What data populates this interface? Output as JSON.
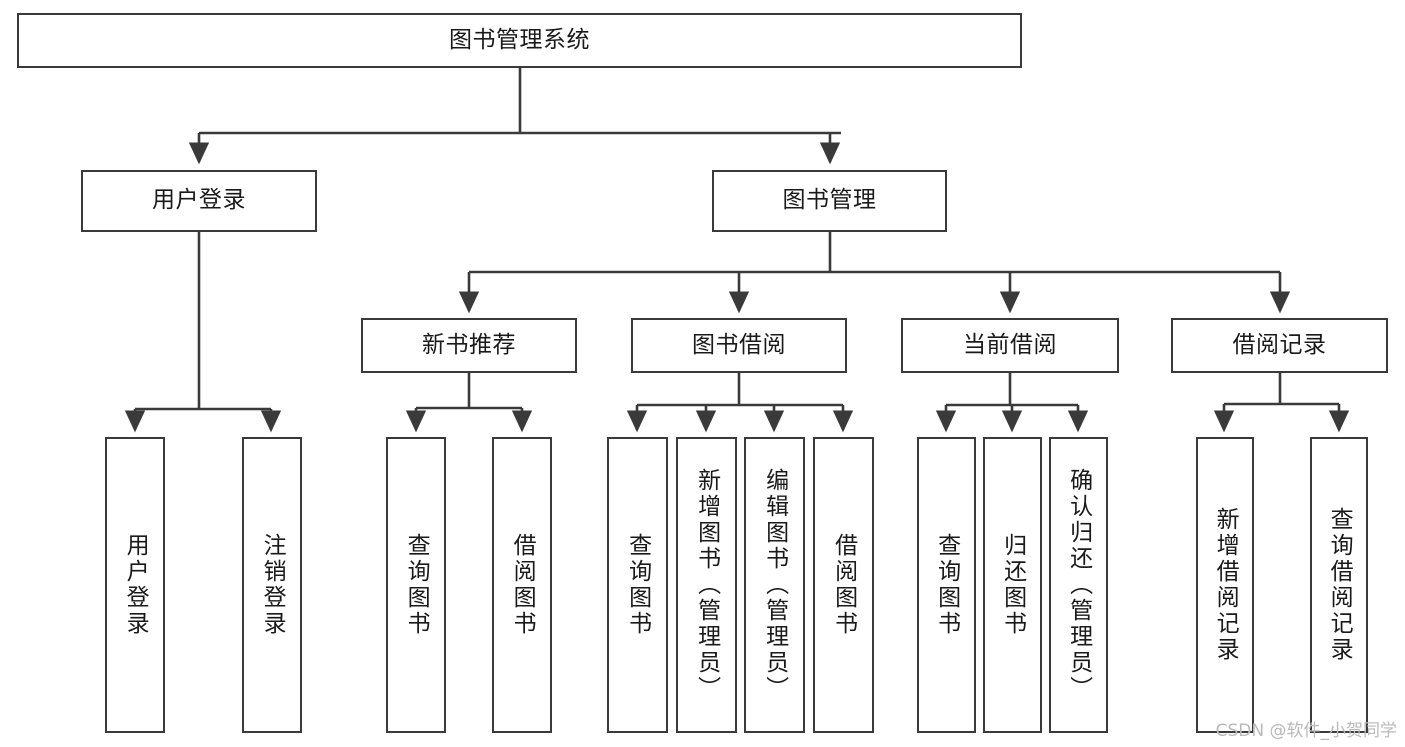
{
  "diagram": {
    "type": "tree",
    "title": "图书管理系统",
    "stroke_color": "#3a3a3a",
    "fill_color": "#ffffff",
    "text_color": "#1a1a1a",
    "nodes": {
      "root": {
        "label": "图书管理系统",
        "level": 1,
        "orientation": "horizontal"
      },
      "l2": [
        {
          "label": "用户登录",
          "level": 2,
          "orientation": "horizontal"
        },
        {
          "label": "图书管理",
          "level": 2,
          "orientation": "horizontal"
        }
      ],
      "l3": [
        {
          "label": "新书推荐",
          "level": 3,
          "orientation": "horizontal"
        },
        {
          "label": "图书借阅",
          "level": 3,
          "orientation": "horizontal"
        },
        {
          "label": "当前借阅",
          "level": 3,
          "orientation": "horizontal"
        },
        {
          "label": "借阅记录",
          "level": 3,
          "orientation": "horizontal"
        }
      ],
      "leaves": {
        "user_login": [
          {
            "label": "用户登录",
            "orientation": "vertical"
          },
          {
            "label": "注销登录",
            "orientation": "vertical"
          }
        ],
        "new_book_recommend": [
          {
            "label": "查询图书",
            "orientation": "vertical"
          },
          {
            "label": "借阅图书",
            "orientation": "vertical"
          }
        ],
        "book_borrow": [
          {
            "label": "查询图书",
            "orientation": "vertical"
          },
          {
            "label": "新增图书（管理员）",
            "orientation": "vertical"
          },
          {
            "label": "编辑图书（管理员）",
            "orientation": "vertical"
          },
          {
            "label": "借阅图书",
            "orientation": "vertical"
          }
        ],
        "current_borrow": [
          {
            "label": "查询图书",
            "orientation": "vertical"
          },
          {
            "label": "归还图书",
            "orientation": "vertical"
          },
          {
            "label": "确认归还（管理员）",
            "orientation": "vertical"
          }
        ],
        "borrow_record": [
          {
            "label": "新增借阅记录",
            "orientation": "vertical"
          },
          {
            "label": "查询借阅记录",
            "orientation": "vertical"
          }
        ]
      }
    }
  },
  "watermark": {
    "text": "CSDN @软件_小贺同学"
  }
}
